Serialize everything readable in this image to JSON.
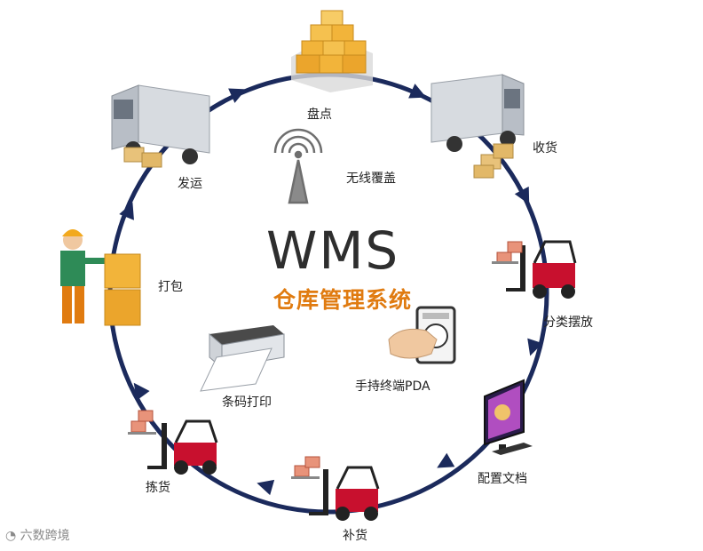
{
  "center": {
    "title": "WMS",
    "subtitle": "仓库管理系统"
  },
  "nodes": [
    {
      "label": "盘点"
    },
    {
      "label": "收货"
    },
    {
      "label": "分类摆放"
    },
    {
      "label": "配置文档"
    },
    {
      "label": "补货"
    },
    {
      "label": "拣货"
    },
    {
      "label": "打包"
    },
    {
      "label": "发运"
    }
  ],
  "inner": [
    {
      "label": "无线覆盖"
    },
    {
      "label": "条码打印"
    },
    {
      "label": "手持终端PDA"
    }
  ],
  "watermark": "六数跨境",
  "colors": {
    "ring": "#1b2a5c",
    "accent": "#e07b10",
    "forklift": "#c8102e",
    "box": "#f2b43a"
  }
}
